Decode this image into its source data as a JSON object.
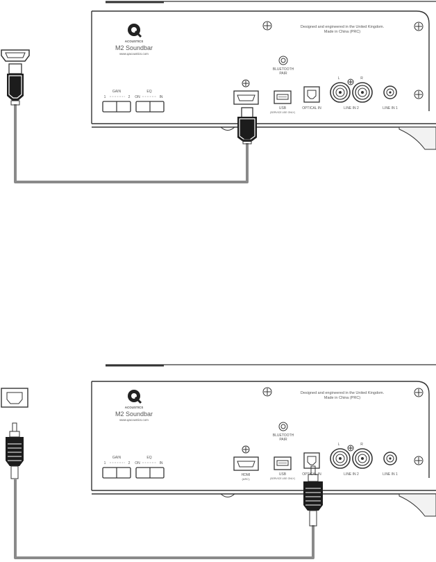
{
  "panels": [
    {
      "brand": "ACOUSTICS",
      "model": "M2 Soundbar",
      "website": "www.qacoustics.com",
      "designed_line1": "Designed and engineered in the United Kingdom.",
      "designed_line2": "Made in China (PRC)",
      "bt_line1": "BLUETOOTH",
      "bt_line2": "PAIR",
      "gain": "GAIN",
      "gain_1": "1",
      "gain_2": "2",
      "eq": "EQ",
      "eq_on": "ON",
      "eq_in": "IN",
      "hdmi": "",
      "hdmi_sub": "",
      "usb": "USB",
      "usb_sub": "(SERVICE USE ONLY)",
      "optical": "OPTICAL IN",
      "line_in_2": "LINE IN 2",
      "line_in_1": "LINE IN 1",
      "ch_l": "L",
      "ch_r": "R"
    },
    {
      "brand": "ACOUSTICS",
      "model": "M2 Soundbar",
      "website": "www.qacoustics.com",
      "designed_line1": "Designed and engineered in the United Kingdom.",
      "designed_line2": "Made in China (PRC)",
      "bt_line1": "BLUETOOTH",
      "bt_line2": "PAIR",
      "gain": "GAIN",
      "gain_1": "1",
      "gain_2": "2",
      "eq": "EQ",
      "eq_on": "ON",
      "eq_in": "IN",
      "hdmi": "HDMI",
      "hdmi_sub": "(ARC)",
      "usb": "USB",
      "usb_sub": "(SERVICE USE ONLY)",
      "optical": "OPTICAL IN",
      "line_in_2": "LINE IN 2",
      "line_in_1": "LINE IN 1",
      "ch_l": "L",
      "ch_r": "R"
    }
  ],
  "colors": {
    "cable": "#8a8a8a",
    "outline": "#333333",
    "text": "#555555"
  }
}
